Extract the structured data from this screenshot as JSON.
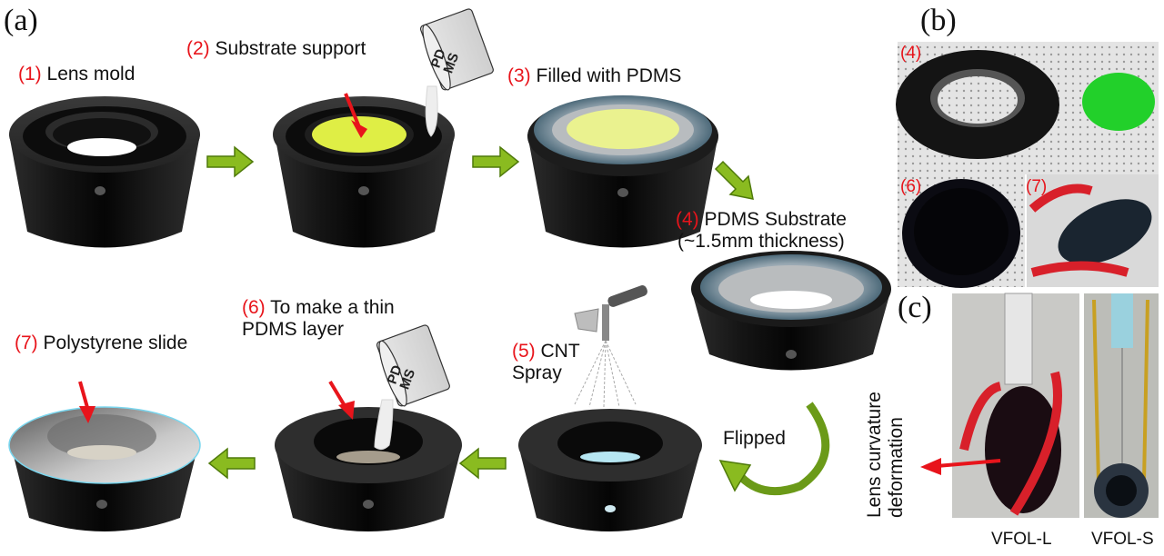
{
  "panels": {
    "a": "(a)",
    "b": "(b)",
    "c": "(c)"
  },
  "steps": [
    {
      "num": "(1)",
      "text": "Lens mold"
    },
    {
      "num": "(2)",
      "text": "Substrate support"
    },
    {
      "num": "(3)",
      "text": "Filled with PDMS"
    },
    {
      "num": "(4)",
      "text": "PDMS Substrate",
      "text2": "(~1.5mm thickness)"
    },
    {
      "num": "(5)",
      "text": "CNT",
      "text2": "Spray"
    },
    {
      "num": "(6)",
      "text": "To make a thin",
      "text2": "PDMS layer"
    },
    {
      "num": "(7)",
      "text": "Polystyrene slide"
    }
  ],
  "pdms_cup_label": {
    "line1": "PD",
    "line2": "MS"
  },
  "flipped_label": "Flipped",
  "photos_b": [
    {
      "label": "(4)"
    },
    {
      "label": "(6)"
    },
    {
      "label": "(7)"
    }
  ],
  "panel_c": {
    "annotation_line1": "Lens curvature",
    "annotation_line2": "deformation",
    "captions": [
      "VFOL-L",
      "VFOL-S"
    ]
  },
  "colors": {
    "step_number": "#e8141b",
    "arrow_green": "#7aa81c",
    "arrow_green_dark": "#4f7a0a",
    "substrate_yellow": "#dfee45",
    "mold_black": "#141414",
    "pointer_red": "#e8141b",
    "green_disc": "#22d02a",
    "clamp_red": "#d8202a"
  }
}
